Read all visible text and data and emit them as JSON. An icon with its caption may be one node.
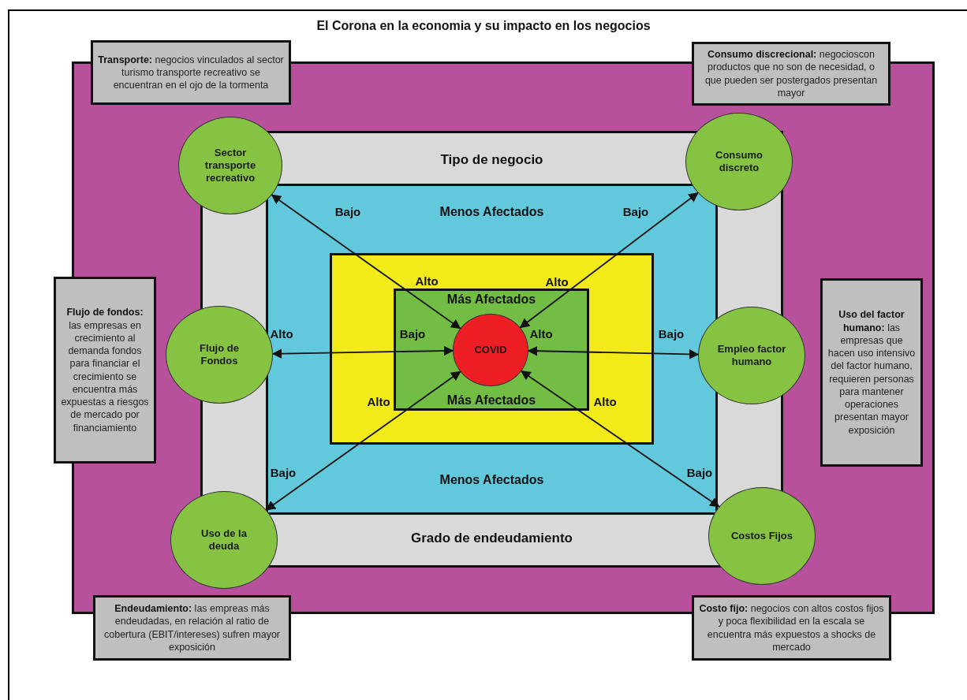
{
  "diagram": {
    "title": "El Corona en la economia y su impacto en los negocios",
    "nodes": [
      {
        "text": [
          "Tipo de negocio",
          "Grado de endeudamiento"
        ]
      },
      {
        "text": [
          "Menos Afectados",
          "Menos Afectados"
        ],
        "in": 0
      },
      {
        "text": [],
        "shape": "box",
        "in": 1
      },
      {
        "text": [
          "Más Afectados",
          "Más Afectados"
        ],
        "in": 2
      },
      {
        "text": [
          "COVID"
        ],
        "in": 3
      },
      {
        "text": [
          "Sector transporte recreativo"
        ]
      },
      {
        "text": [
          "Consumo discreto"
        ]
      },
      {
        "text": [
          "Flujo de Fondos"
        ]
      },
      {
        "text": [
          "Empleo factor humano"
        ]
      },
      {
        "text": [
          "Uso de la deuda"
        ]
      },
      {
        "text": [
          "Costos Fijos"
        ]
      },
      {
        "text": [
          "**Transporte:** negocios vinculados al sector turismo transporte recreativo se encuentran en el ojo de la tormenta"
        ]
      },
      {
        "text": [
          "**Consumo discrecional:** negocioscon productos que no son de necesidad, o que pueden ser postergados presentan mayor"
        ]
      },
      {
        "text": [
          "**Flujo de fondos:** las empresas en crecimiento al demanda fondos para financiar el crecimiento se encuentra más expuestas a riesgos de mercado por financiamiento"
        ]
      },
      {
        "text": [
          "**Uso del factor humano:** las empresas que hacen uso intensivo del factor humano, requieren personas para mantener operaciones presentan mayor exposición"
        ]
      },
      {
        "text": [
          "**Endeudamiento:** las empreas más endeudadas, en relación al ratio de cobertura (EBIT/intereses) sufren mayor exposición"
        ]
      },
      {
        "text": [
          "**Costo fijo:** negocios con altos costos fijos y poca flexibilidad en la escala se encuentra más expuestos a shocks de mercado"
        ]
      }
    ],
    "edges": [
      {
        "from": 4,
        "to": 5,
        "arrow": "both"
      },
      {
        "from": 4,
        "to": 6,
        "arrow": "both"
      },
      {
        "from": 4,
        "to": 7,
        "arrow": "both"
      },
      {
        "from": 4,
        "to": 8,
        "arrow": "both"
      },
      {
        "from": 4,
        "to": 9,
        "arrow": "both"
      },
      {
        "from": 4,
        "to": 10,
        "arrow": "both"
      }
    ],
    "labels": [
      "Bajo",
      "Bajo",
      "Alto",
      "Alto",
      "Alto",
      "Bajo",
      "Alto",
      "Bajo",
      "Alto",
      "Alto",
      "Bajo",
      "Bajo"
    ]
  }
}
